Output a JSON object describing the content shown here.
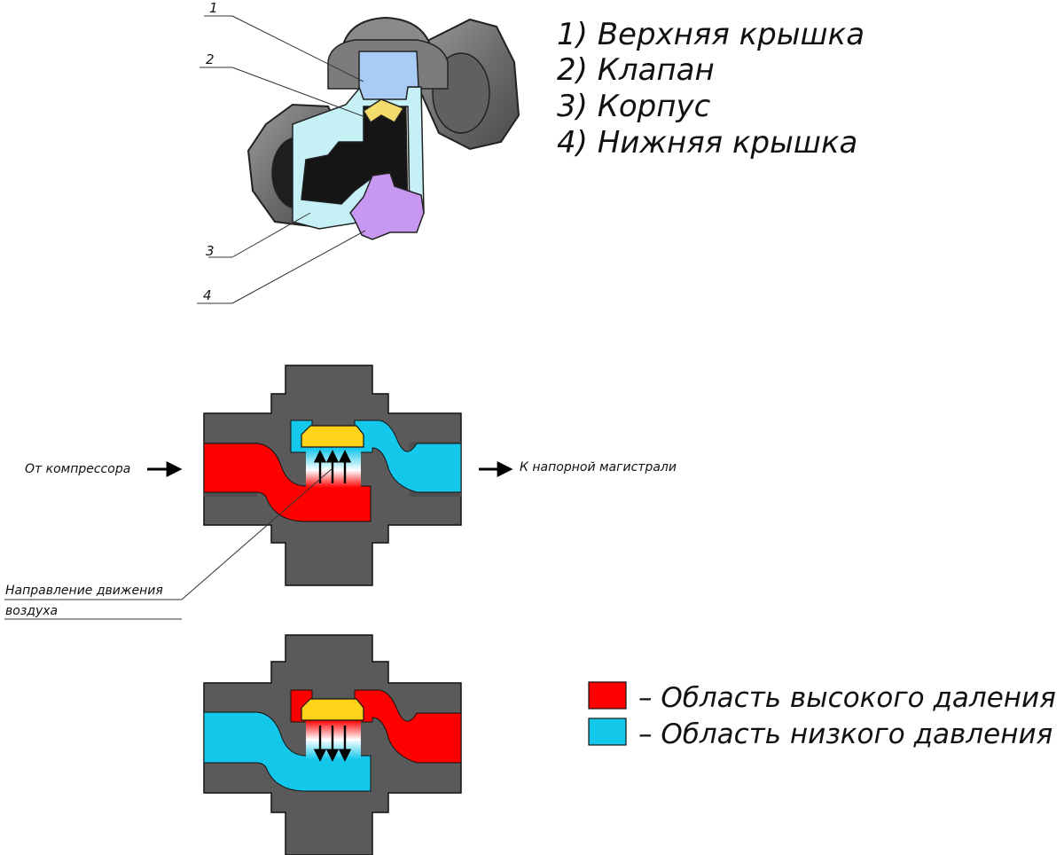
{
  "callouts": [
    "1",
    "2",
    "3",
    "4"
  ],
  "parts_list": [
    "1) Верхняя крышка",
    "2) Клапан",
    "3) Корпус",
    "4) Нижняя крышка"
  ],
  "flow": {
    "inlet_label": "От компрессора",
    "outlet_label": "К напорной магистрали",
    "direction_label": [
      "Направление движения",
      "воздуха"
    ]
  },
  "legend": [
    {
      "color": "#ff0000",
      "label": "– Область высокого даления"
    },
    {
      "color": "#14c8ec",
      "label": "– Область низкого давления"
    }
  ],
  "colors": {
    "cover_top": "#a8ccf5",
    "valve": "#f2dc6a",
    "body": "#c4f0f6",
    "cover_bottom": "#c898f0",
    "high_pressure": "#ff0000",
    "low_pressure": "#14c8ec",
    "metal": "#5a5a5a",
    "disc": "#ffd21c"
  }
}
